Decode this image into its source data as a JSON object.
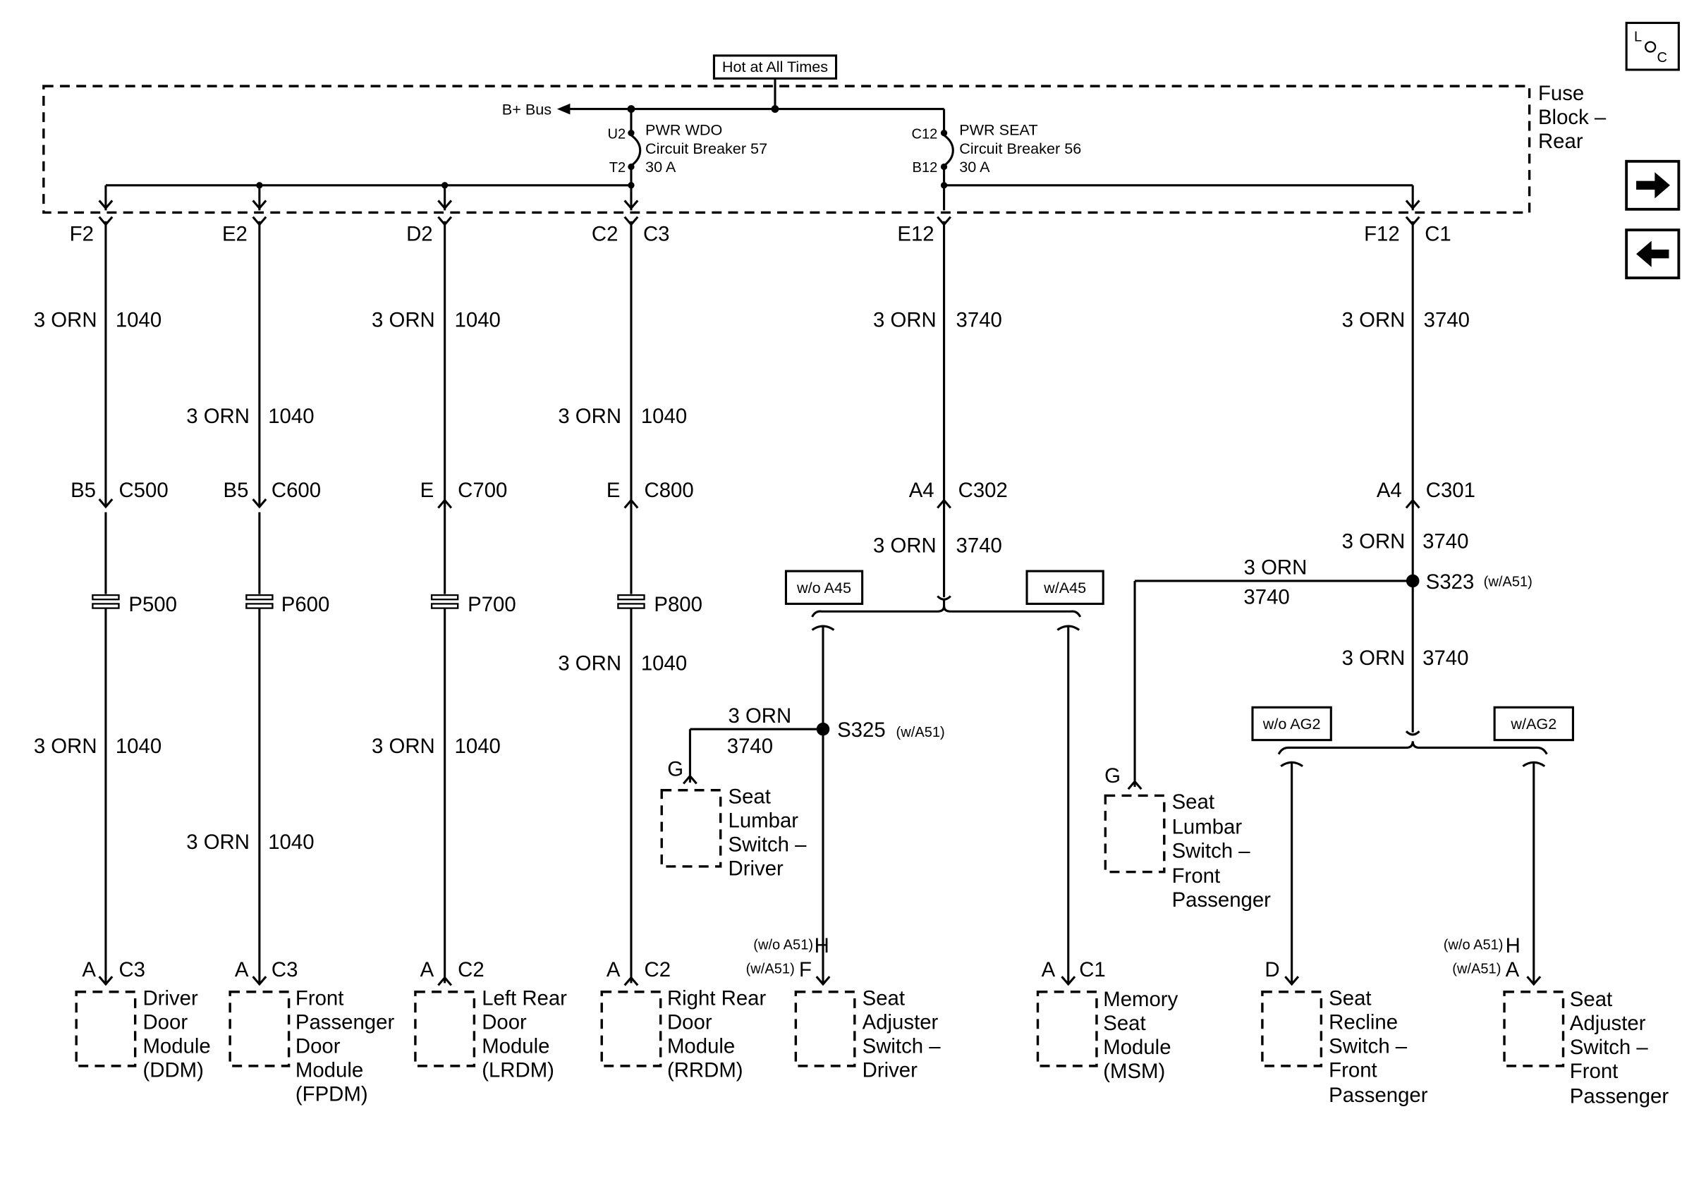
{
  "hot_label": "Hot at All Times",
  "bus_label": "B+ Bus",
  "fuse_block": [
    "Fuse",
    "Block –",
    "Rear"
  ],
  "loc_icon": "location-icon",
  "nav_icons": [
    "arrow-right-icon",
    "arrow-left-icon"
  ],
  "breakers": {
    "wdo": {
      "top_pin": "U2",
      "bottom_pin": "T2",
      "name": "PWR WDO",
      "type": "Circuit Breaker 57",
      "rating": "30 A"
    },
    "seat": {
      "top_pin": "C12",
      "bottom_pin": "B12",
      "name": "PWR SEAT",
      "type": "Circuit Breaker 56",
      "rating": "30 A"
    }
  },
  "fuse_outputs": {
    "f2": {
      "pin": "F2"
    },
    "e2": {
      "pin": "E2"
    },
    "d2": {
      "pin": "D2"
    },
    "c2c3": {
      "pin": "C2",
      "conn": "C3"
    },
    "e12": {
      "pin": "E12"
    },
    "f12c1": {
      "pin": "F12",
      "conn": "C1"
    }
  },
  "wire": {
    "gauge_color": "3 ORN",
    "circuit_1040": "1040",
    "circuit_3740": "3740"
  },
  "inline": {
    "c500": {
      "pin": "B5",
      "conn": "C500"
    },
    "c600": {
      "pin": "B5",
      "conn": "C600"
    },
    "c700": {
      "pin": "E",
      "conn": "C700"
    },
    "c800": {
      "pin": "E",
      "conn": "C800"
    },
    "c302": {
      "pin": "A4",
      "conn": "C302"
    },
    "c301": {
      "pin": "A4",
      "conn": "C301"
    }
  },
  "pass_throughs": [
    "P500",
    "P600",
    "P700",
    "P800"
  ],
  "splices": {
    "s325": {
      "name": "S325",
      "note": "(w/A51)"
    },
    "s323": {
      "name": "S323",
      "note": "(w/A51)"
    }
  },
  "options": {
    "wo_a45": "w/o A45",
    "w_a45": "w/A45",
    "wo_ag2": "w/o AG2",
    "w_ag2": "w/AG2"
  },
  "option_pins": {
    "wo_a51": "(w/o A51)",
    "w_a51": "(w/A51)"
  },
  "components": {
    "ddm": {
      "pin": "A",
      "conn": "C3",
      "lines": [
        "Driver",
        "Door",
        "Module",
        "(DDM)"
      ]
    },
    "fpdm": {
      "pin": "A",
      "conn": "C3",
      "lines": [
        "Front",
        "Passenger",
        "Door",
        "Module",
        "(FPDM)"
      ]
    },
    "lrdm": {
      "pin": "A",
      "conn": "C2",
      "lines": [
        "Left Rear",
        "Door",
        "Module",
        "(LRDM)"
      ]
    },
    "rrdm": {
      "pin": "A",
      "conn": "C2",
      "lines": [
        "Right Rear",
        "Door",
        "Module",
        "(RRDM)"
      ]
    },
    "sasd": {
      "pin_h": "H",
      "pin_f": "F",
      "lines": [
        "Seat",
        "Adjuster",
        "Switch –",
        "Driver"
      ]
    },
    "msm": {
      "pin": "A",
      "conn": "C1",
      "lines": [
        "Memory",
        "Seat",
        "Module",
        "(MSM)"
      ]
    },
    "lumbar_d": {
      "pin": "G",
      "lines": [
        "Seat",
        "Lumbar",
        "Switch –",
        "Driver"
      ]
    },
    "lumbar_p": {
      "pin": "G",
      "lines": [
        "Seat",
        "Lumbar",
        "Switch –",
        "Front",
        "Passenger"
      ]
    },
    "recline_p": {
      "pin": "D",
      "lines": [
        "Seat",
        "Recline",
        "Switch –",
        "Front",
        "Passenger"
      ]
    },
    "sasp": {
      "pin_h": "H",
      "pin_a": "A",
      "lines": [
        "Seat",
        "Adjuster",
        "Switch –",
        "Front",
        "Passenger"
      ]
    }
  }
}
